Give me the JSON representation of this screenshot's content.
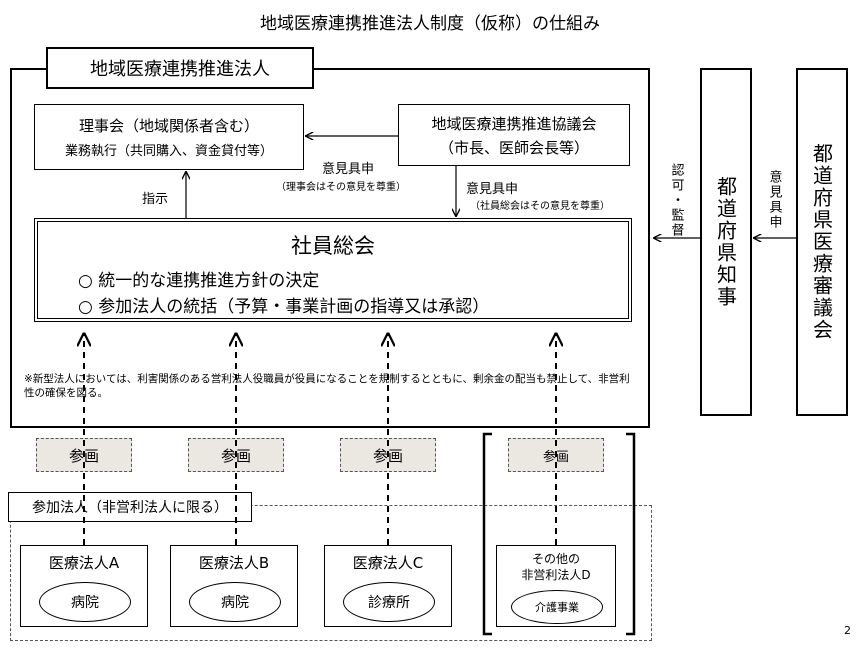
{
  "title": "地域医療連携推進法人制度（仮称）の仕組み",
  "corp_label": "地域医療連携推進法人",
  "board": {
    "line1": "理事会（地域関係者含む）",
    "line2": "業務執行（共同購入、資金貸付等）"
  },
  "council": {
    "line1": "地域医療連携推進協議会",
    "line2": "（市長、医師会長等）"
  },
  "opinion_to_board": {
    "main": "意見具申",
    "note": "（理事会はその意見を尊重）"
  },
  "opinion_to_assembly": {
    "main": "意見具申",
    "note": "（社員総会はその意見を尊重）"
  },
  "instruction_label": "指示",
  "assembly": {
    "title": "社員総会",
    "item1": "○ 統一的な連携推進方針の決定",
    "item2": "○ 参加法人の統括（予算・事業計画の指導又は承認）"
  },
  "note": "※新型法人においては、利害関係のある営利法人役職員が役員になることを規制するとともに、剰余金の配当も禁止して、非営利性の確保を図る。",
  "governor": "都道府県知事",
  "auth_label": "認可・監督",
  "pref_council": "都道府県医療審議会",
  "pref_opinion_label": "意見具申",
  "participation_label": "参画",
  "participants_label": "参加法人（非営利法人に限る）",
  "members": [
    {
      "name": "医療法人A",
      "facility": "病院"
    },
    {
      "name": "医療法人B",
      "facility": "病院"
    },
    {
      "name": "医療法人C",
      "facility": "診療所"
    },
    {
      "name_line1": "その他の",
      "name_line2": "非営利法人D",
      "facility": "介護事業"
    }
  ],
  "page_number": "2"
}
